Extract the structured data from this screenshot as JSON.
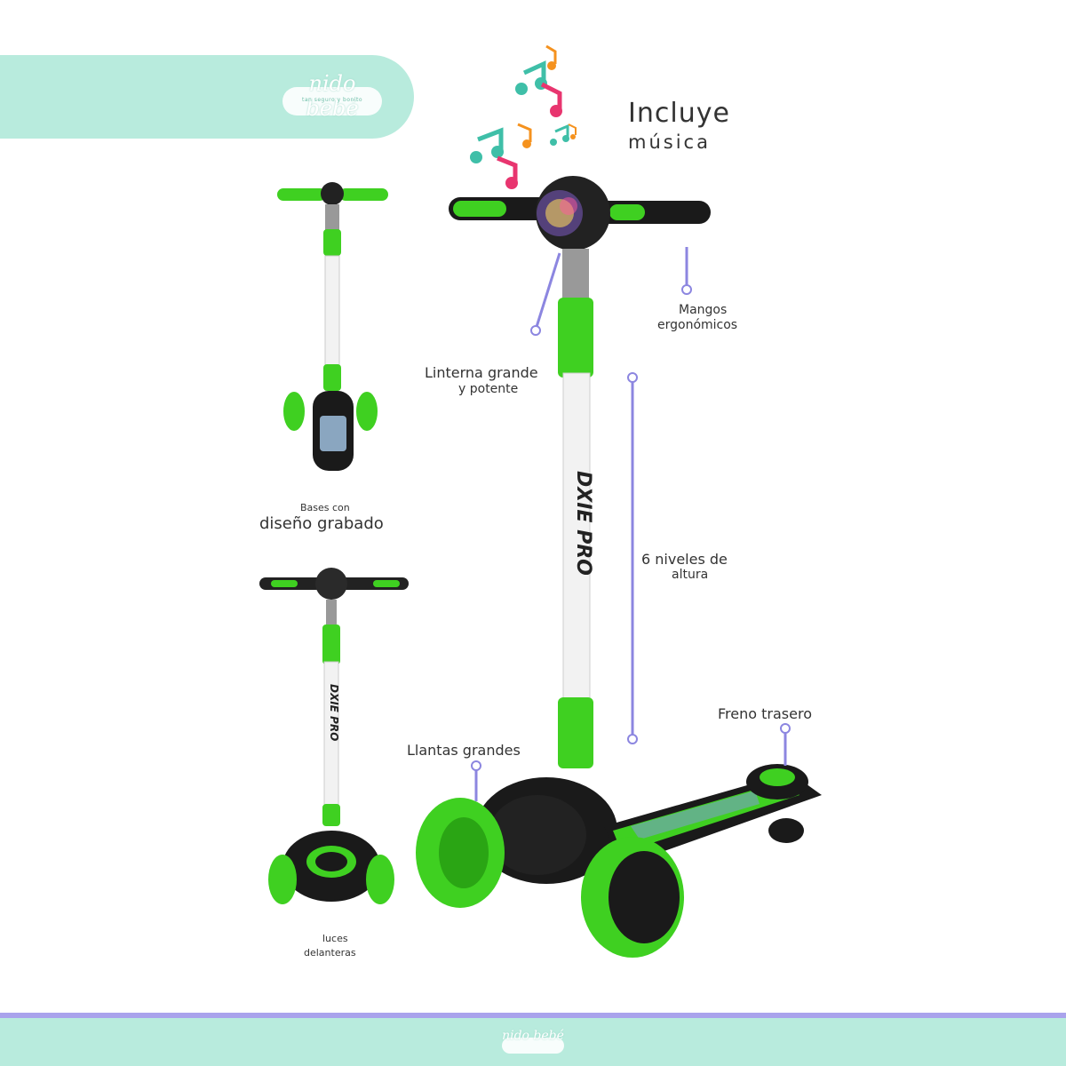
{
  "brand": {
    "name": "nido bebé",
    "tagline": "tan seguro y bonito"
  },
  "title": {
    "line1": "Incluye",
    "line2": "música"
  },
  "features": {
    "mangos_line1": "Mangos",
    "mangos_line2": "ergonómicos",
    "linterna_line1": "Linterna grande",
    "linterna_line2": "y potente",
    "niveles_line1": "6 niveles de",
    "niveles_line2": "altura",
    "freno": "Freno trasero",
    "llantas": "Llantas grandes",
    "bases_line1": "Bases con",
    "bases_line2": "diseño grabado",
    "luces_line1": "luces",
    "luces_line2": "delanteras"
  },
  "product": {
    "stem_text": "DXIE PRO"
  },
  "colors": {
    "mint": "#b8ebdd",
    "green": "#3fd021",
    "accent_line": "#a9a3ec",
    "note_teal": "#3fbfa8",
    "note_pink": "#e8356f",
    "note_orange": "#f5921e"
  },
  "icons": [
    "music-note-icon"
  ]
}
